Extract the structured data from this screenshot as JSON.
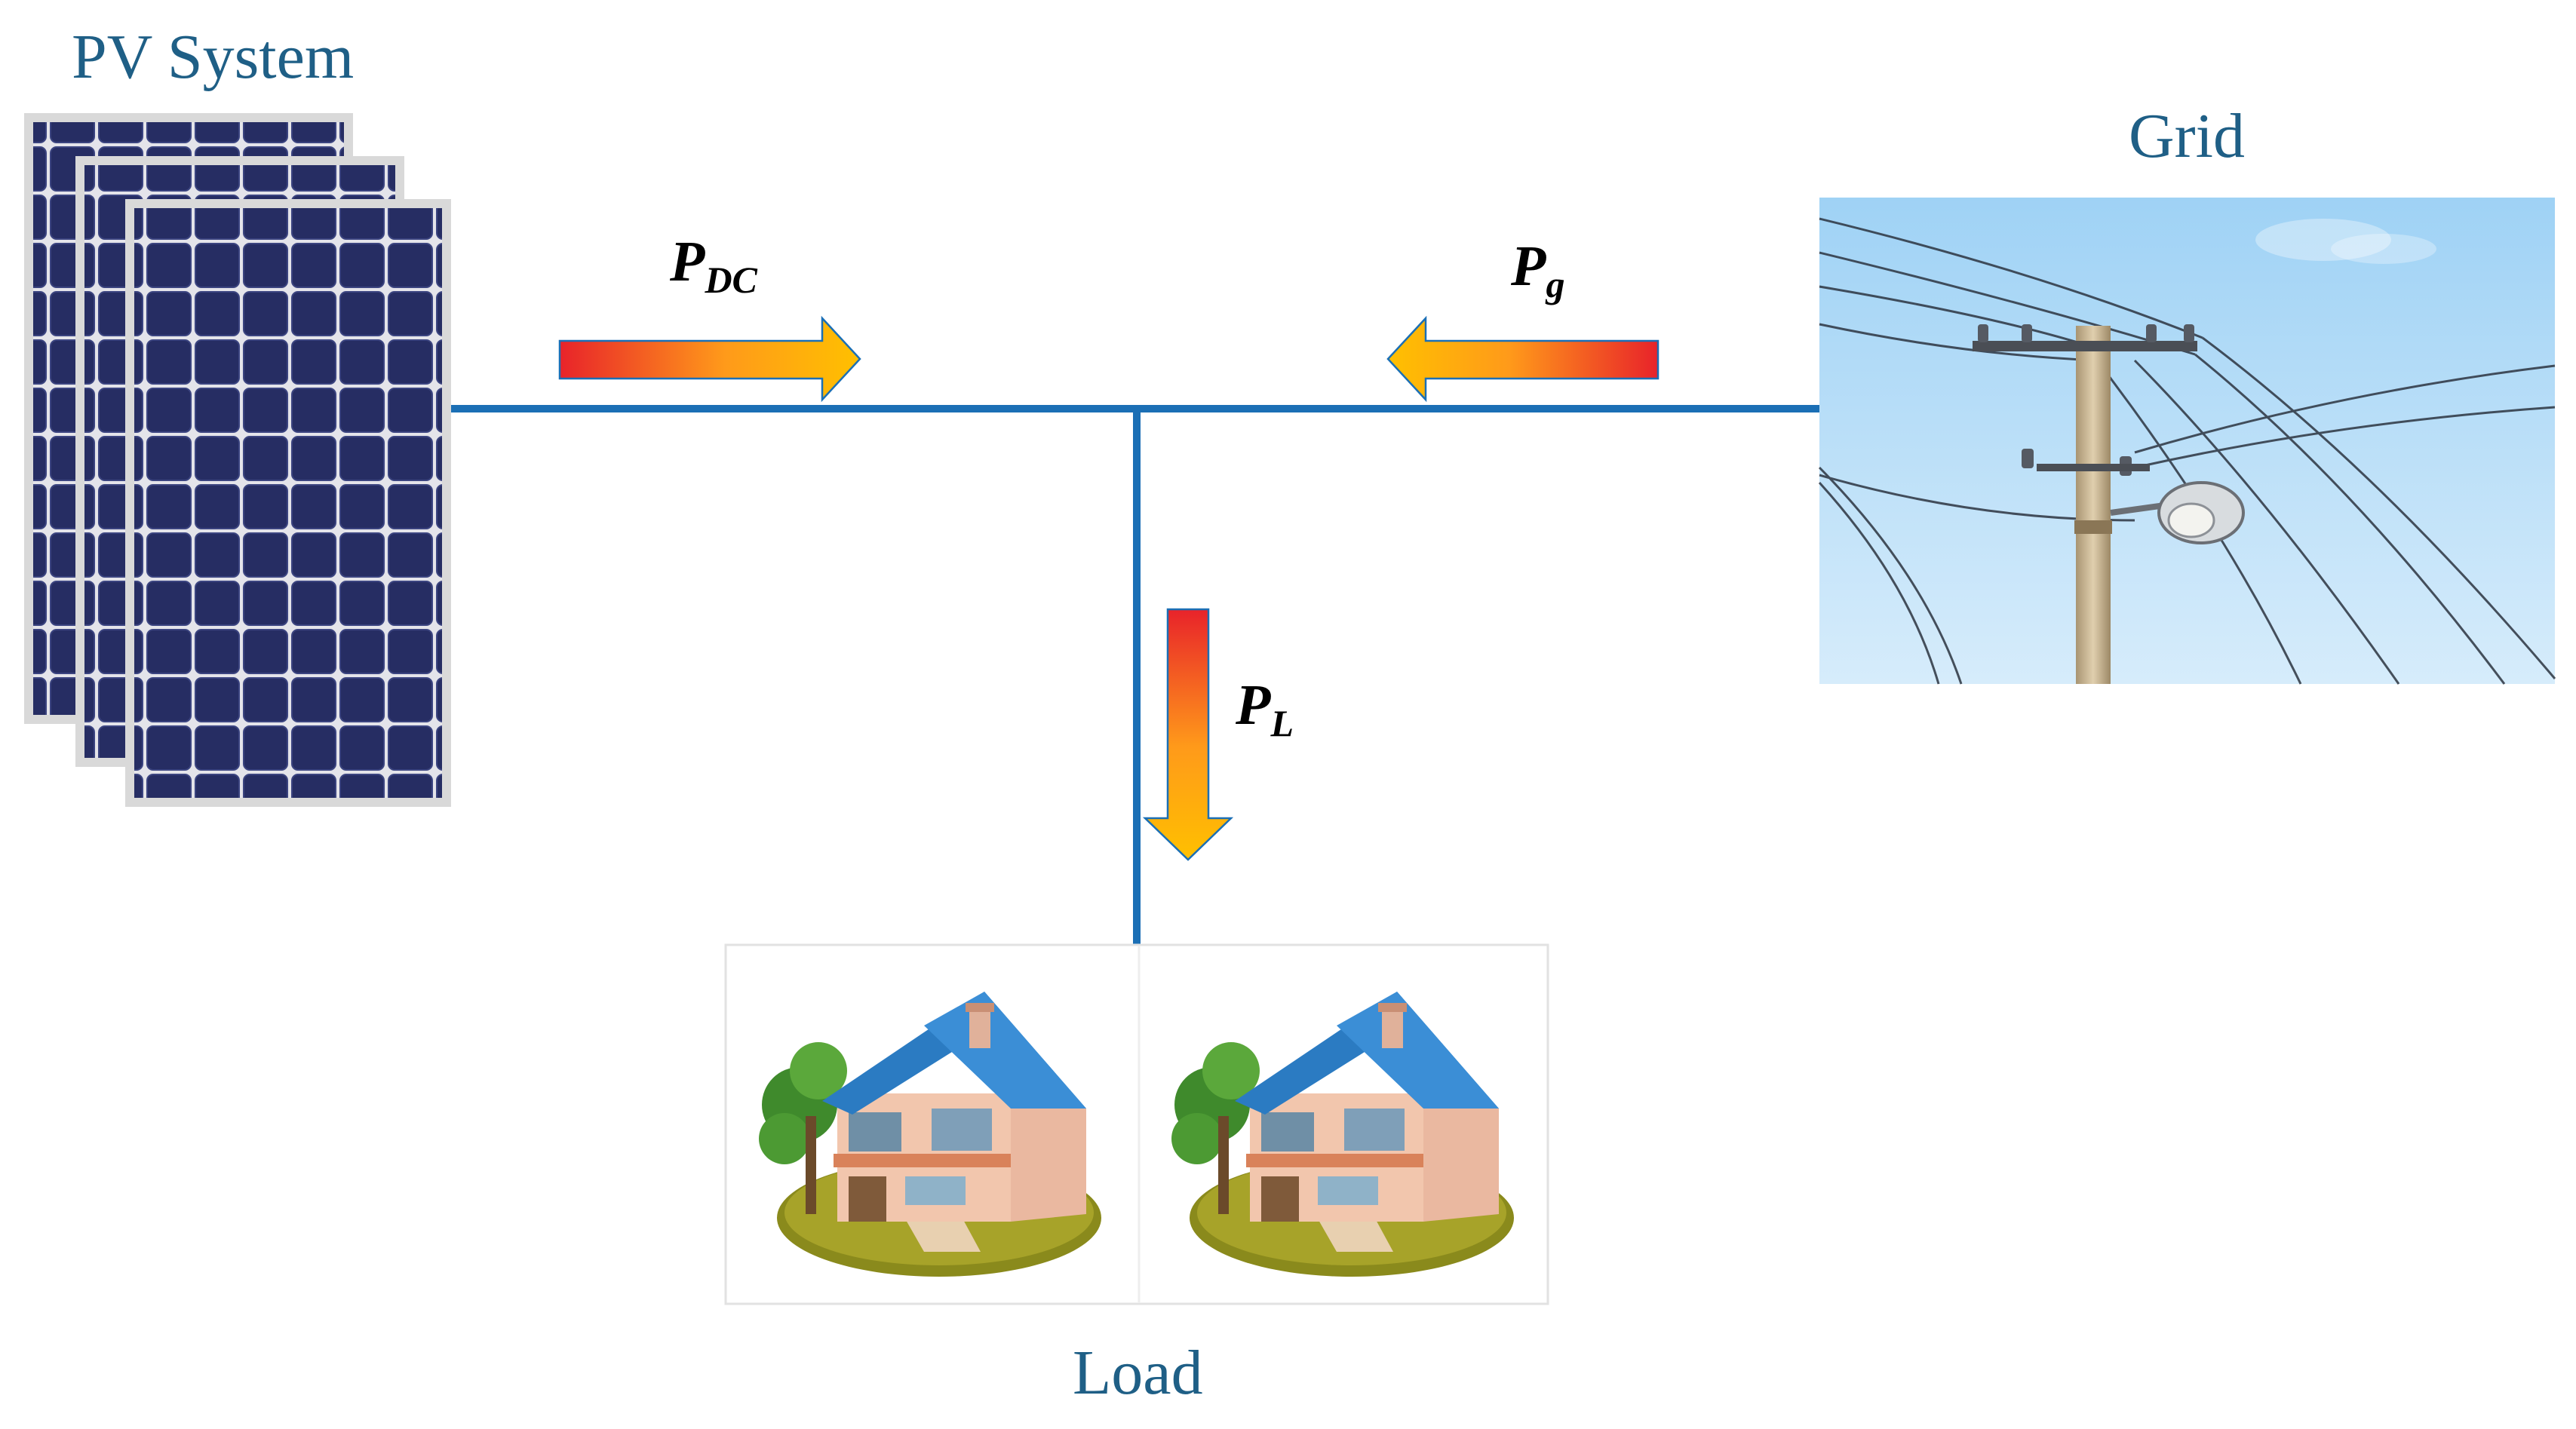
{
  "nodes": {
    "pv": {
      "label": "PV System"
    },
    "grid": {
      "label": "Grid"
    },
    "load": {
      "label": "Load"
    }
  },
  "flows": {
    "pdc": {
      "symbol": "P",
      "subscript": "DC"
    },
    "pg": {
      "symbol": "P",
      "subscript": "g"
    },
    "pl": {
      "symbol": "P",
      "subscript": "L"
    }
  },
  "colors": {
    "bus_line": "#1b6fb5",
    "label_text": "#1f5f86",
    "arrow_start": "#e8232a",
    "arrow_end": "#ffc000",
    "panel_cell": "#262d63",
    "panel_frame": "#d9d9d9",
    "sky_top": "#9fd2f5",
    "sky_bottom": "#cfe9fb"
  }
}
